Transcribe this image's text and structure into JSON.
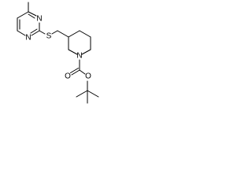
{
  "molecule": {
    "atoms": {
      "pyrimidine_n1": "N",
      "pyrimidine_n3": "N",
      "thioether_s": "S",
      "piperidine_n": "N",
      "carbonyl_o": "O",
      "ester_o": "O"
    }
  }
}
